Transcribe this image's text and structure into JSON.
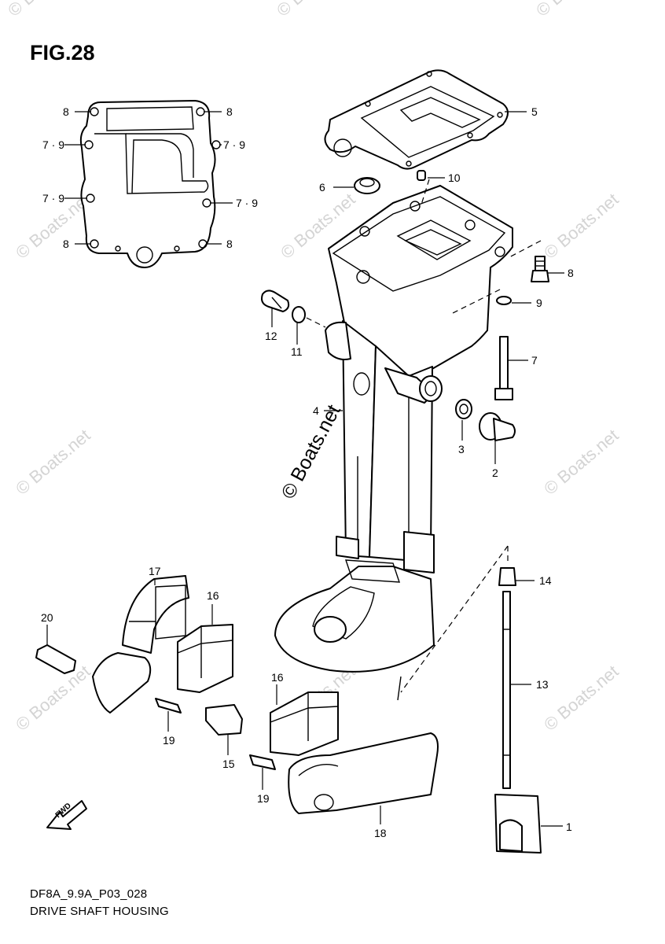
{
  "figure": {
    "title": "FIG.28",
    "footer_code": "DF8A_9.9A_P03_028",
    "footer_name": "DRIVE SHAFT HOUSING"
  },
  "watermarks": {
    "corner": "© Boats.net",
    "center": "© Boats.net"
  },
  "fwd_label": "FWD",
  "callouts": {
    "gasket_detail": [
      "8",
      "8",
      "7 · 9",
      "7 · 9",
      "7 · 9",
      "7 · 9",
      "8",
      "8"
    ],
    "parts": [
      "5",
      "6",
      "10",
      "8",
      "9",
      "7",
      "12",
      "11",
      "4",
      "3",
      "2",
      "17",
      "16",
      "20",
      "16",
      "19",
      "15",
      "19",
      "18",
      "14",
      "13",
      "1"
    ]
  }
}
